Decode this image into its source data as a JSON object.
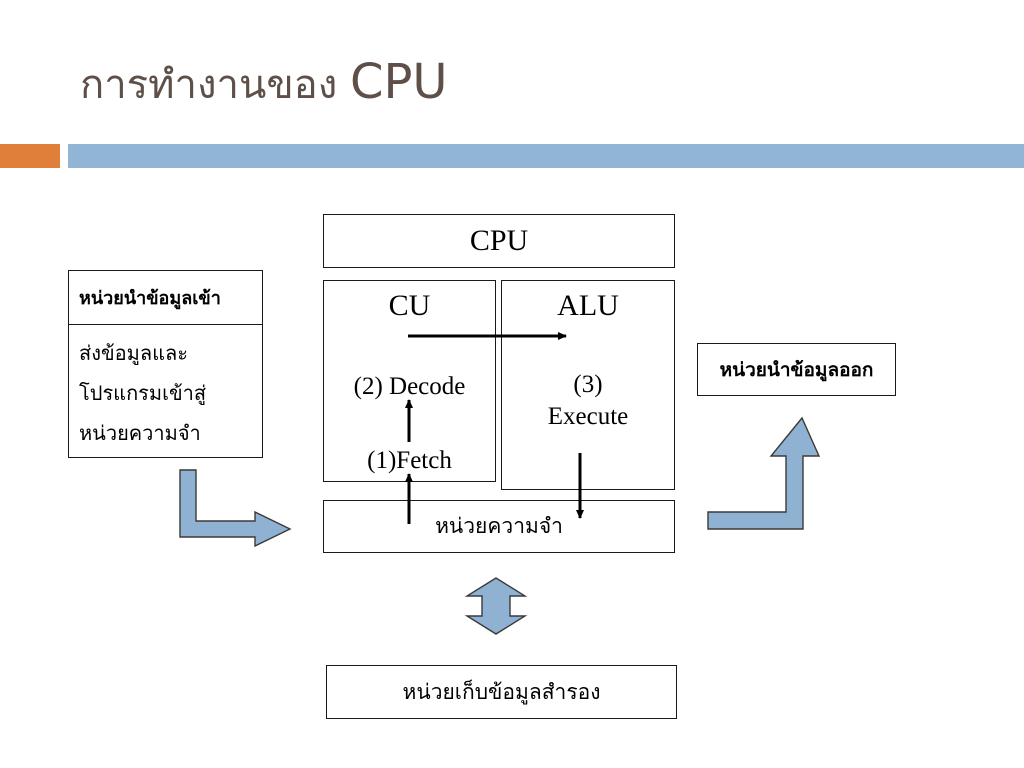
{
  "title": {
    "main": "การทำงานของ",
    "cpu": "CPU"
  },
  "diagram": {
    "cpu_label": "CPU",
    "cu_label": "CU",
    "alu_label": "ALU",
    "decode_label": "(2) Decode",
    "fetch_label": "(1)Fetch",
    "execute_number": "(3)",
    "execute_label": "Execute",
    "memory_label": "หน่วยความจำ",
    "input": {
      "title": "หน่วยนำข้อมูลเข้า",
      "lines": [
        "ส่งข้อมูลและ",
        "โปรแกรมเข้าสู่",
        "หน่วยความจำ"
      ]
    },
    "output_label": "หน่วยนำข้อมูลออก",
    "storage_label": "หน่วยเก็บข้อมูลสำรอง"
  },
  "colors": {
    "accent_orange": "#e07f3a",
    "accent_blue": "#91b6d5",
    "arrow_fill": "#8fb2d3"
  }
}
